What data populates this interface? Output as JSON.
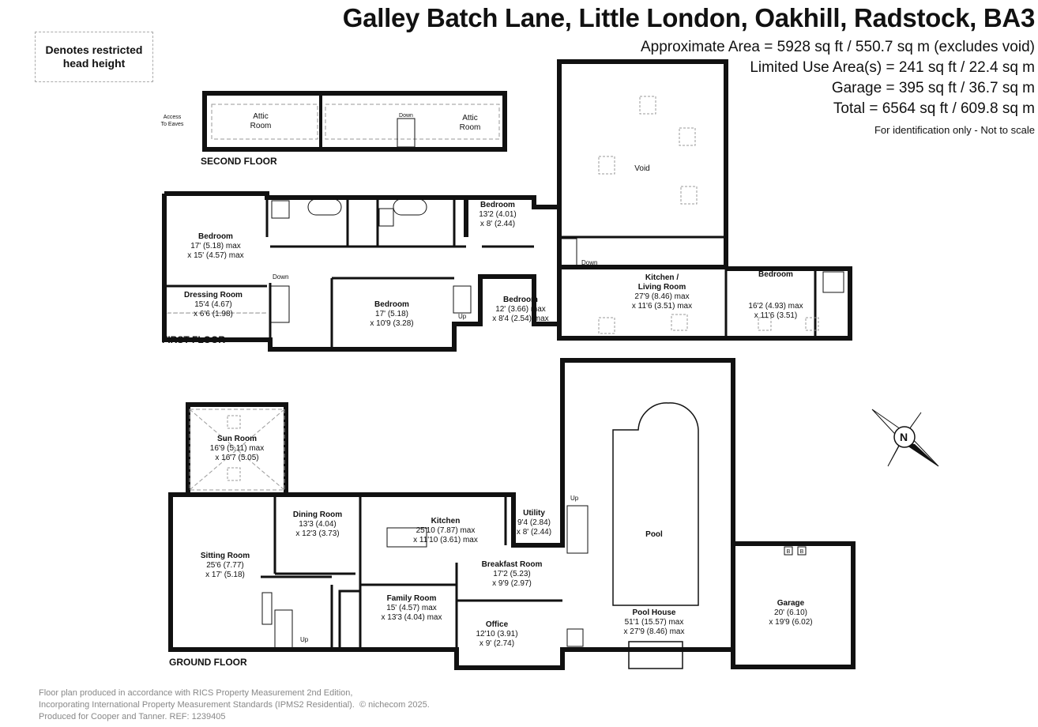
{
  "header": {
    "title": "Galley Batch Lane, Little London, Oakhill, Radstock, BA3",
    "approx_area": "Approximate Area = 5928 sq ft / 550.7 sq m (excludes void)",
    "limited_use": "Limited Use Area(s) = 241 sq ft / 22.4 sq m",
    "garage": "Garage = 395 sq ft / 36.7 sq m",
    "total": "Total = 6564 sq ft / 609.8 sq m",
    "note": "For identification only - Not to scale"
  },
  "legend": {
    "line1": "Denotes restricted",
    "line2": "head height"
  },
  "floors": {
    "second": "SECOND FLOOR",
    "first": "FIRST FLOOR",
    "ground": "GROUND FLOOR"
  },
  "second_floor": {
    "access": [
      "Access",
      "To Eaves"
    ],
    "attic1": [
      "Attic",
      "Room"
    ],
    "attic2": [
      "Attic",
      "Room"
    ],
    "down": "Down"
  },
  "first_floor": {
    "bedroom1": [
      "Bedroom",
      "17' (5.18) max",
      "x 15' (4.57) max"
    ],
    "dressing": [
      "Dressing Room",
      "15'4 (4.67)",
      "x 6'6 (1.98)"
    ],
    "bedroom2": [
      "Bedroom",
      "17' (5.18)",
      "x 10'9 (3.28)"
    ],
    "bedroom3": [
      "Bedroom",
      "13'2 (4.01)",
      "x 8' (2.44)"
    ],
    "bedroom4": [
      "Bedroom",
      "12' (3.66) max",
      "x 8'4 (2.54) max"
    ],
    "kitchen_living": [
      "Kitchen /",
      "Living Room",
      "27'9 (8.46) max",
      "x 11'6 (3.51) max"
    ],
    "bedroom5": [
      "Bedroom",
      "16'2 (4.93) max",
      "x 11'6 (3.51)"
    ],
    "void": "Void",
    "down1": "Down",
    "down2": "Down",
    "up": "Up"
  },
  "ground_floor": {
    "sun_room": [
      "Sun Room",
      "16'9 (5.11) max",
      "x 16'7 (5.05)"
    ],
    "dining": [
      "Dining Room",
      "13'3 (4.04)",
      "x 12'3 (3.73)"
    ],
    "sitting": [
      "Sitting Room",
      "25'6 (7.77)",
      "x 17' (5.18)"
    ],
    "kitchen": [
      "Kitchen",
      "25'10 (7.87) max",
      "x 11'10 (3.61) max"
    ],
    "utility": [
      "Utility",
      "9'4 (2.84)",
      "x 8' (2.44)"
    ],
    "breakfast": [
      "Breakfast Room",
      "17'2 (5.23)",
      "x 9'9 (2.97)"
    ],
    "family": [
      "Family Room",
      "15' (4.57) max",
      "x 13'3 (4.04) max"
    ],
    "office": [
      "Office",
      "12'10 (3.91)",
      "x 9' (2.74)"
    ],
    "pool": "Pool",
    "pool_house": [
      "Pool House",
      "51'1 (15.57) max",
      "x 27'9 (8.46) max"
    ],
    "garage": [
      "Garage",
      "20' (6.10)",
      "x 19'9 (6.02)"
    ],
    "up1": "Up",
    "up2": "Up",
    "boiler": "B"
  },
  "compass": "N",
  "footer": {
    "line1": "Floor plan produced in accordance with RICS Property Measurement 2nd Edition,",
    "line2": "Incorporating International Property Measurement Standards (IPMS2 Residential).",
    "copyright": "© nichecom 2025.",
    "line3": "Produced for Cooper and Tanner.  REF: 1239405"
  }
}
